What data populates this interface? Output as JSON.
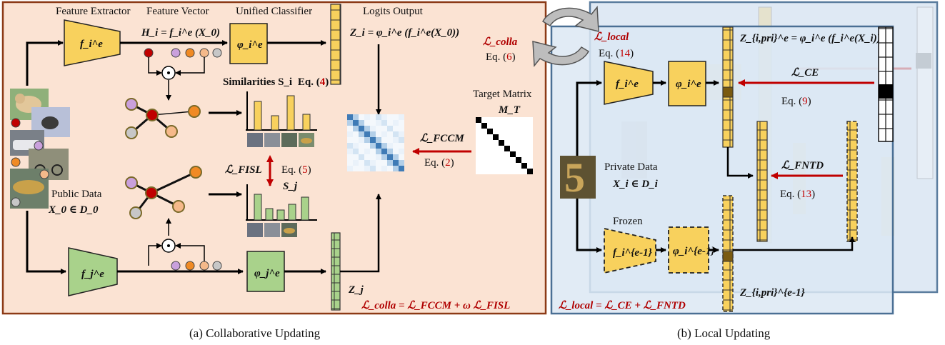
{
  "panel_a": {
    "caption": "(a) Collaborative Updating",
    "header_feature_extractor": "Feature Extractor",
    "header_feature_vector": "Feature Vector",
    "header_unified_classifier": "Unified Classifier",
    "header_logits_output": "Logits Output",
    "eq_hi": "H_i = f_i^e (X_0)",
    "eq_zi": "Z_i = φ_i^e (f_i^e(X_0))",
    "similarities": "Similarities S_i",
    "similarities_eq_word": "Eq. (",
    "similarities_eq_num": "4",
    "similarities_eq_close": ")",
    "public_data": "Public Data",
    "public_data_set": "X_0 ∈ D_0",
    "target_matrix": "Target Matrix",
    "target_matrix_symbol": "M_T",
    "l_colla": "ℒ_colla",
    "l_colla_eq_word": "Eq. (",
    "l_colla_eq_num": "6",
    "l_colla_eq_close": ")",
    "l_fccm": "ℒ_FCCM",
    "l_fccm_eq_word": "Eq. (",
    "l_fccm_eq_num": "2",
    "l_fccm_eq_close": ")",
    "l_fisl": "ℒ_FISL",
    "l_fisl_eq_word": "Eq. (",
    "l_fisl_eq_num": "5",
    "l_fisl_eq_close": ")",
    "s_j": "S_j",
    "z_j": "Z_j",
    "f_i": "f_i^e",
    "phi_i": "φ_i^e",
    "f_j": "f_j^e",
    "phi_j": "φ_j^e",
    "total_loss": "ℒ_colla = ℒ_FCCM + ω ℒ_FISL"
  },
  "panel_b": {
    "caption": "(b) Local Updating",
    "l_local": "ℒ_local",
    "l_local_eq_word": "Eq. (",
    "l_local_eq_num": "14",
    "l_local_eq_close": ")",
    "eq_zpri": "Z_{i,pri}^e = φ_i^e (f_i^e(X_i))",
    "l_ce": "ℒ_CE",
    "l_ce_eq_word": "Eq. (",
    "l_ce_eq_num": "9",
    "l_ce_eq_close": ")",
    "l_fntd": "ℒ_FNTD",
    "l_fntd_eq_word": "Eq. (",
    "l_fntd_eq_num": "13",
    "l_fntd_eq_close": ")",
    "private_data": "Private Data",
    "private_data_set": "X_i ∈ D_i",
    "frozen": "Frozen",
    "f_i": "f_i^e",
    "phi_i": "φ_i^e",
    "f_prev": "f_i^{e-1}",
    "phi_prev": "φ_i^{e-1}",
    "z_prev": "Z_{i,pri}^{e-1}",
    "total_loss": "ℒ_local = ℒ_CE + ℒ_FNTD"
  },
  "colors": {
    "panel_a_bg": "#fbe3d3",
    "panel_a_border": "#8c3a16",
    "panel_b_bg": "#dce7f3",
    "panel_b_border": "#4a6f94",
    "yellow": "#f8d15d",
    "green": "#a9d28b",
    "red_arrow": "#c00000"
  },
  "icons": [
    "swap-cycle-icon",
    "dot-product-icon",
    "dog-photo-icon",
    "car-photo-icon",
    "bike-photo-icon",
    "fish-photo-icon",
    "digit-five-photo-icon"
  ]
}
